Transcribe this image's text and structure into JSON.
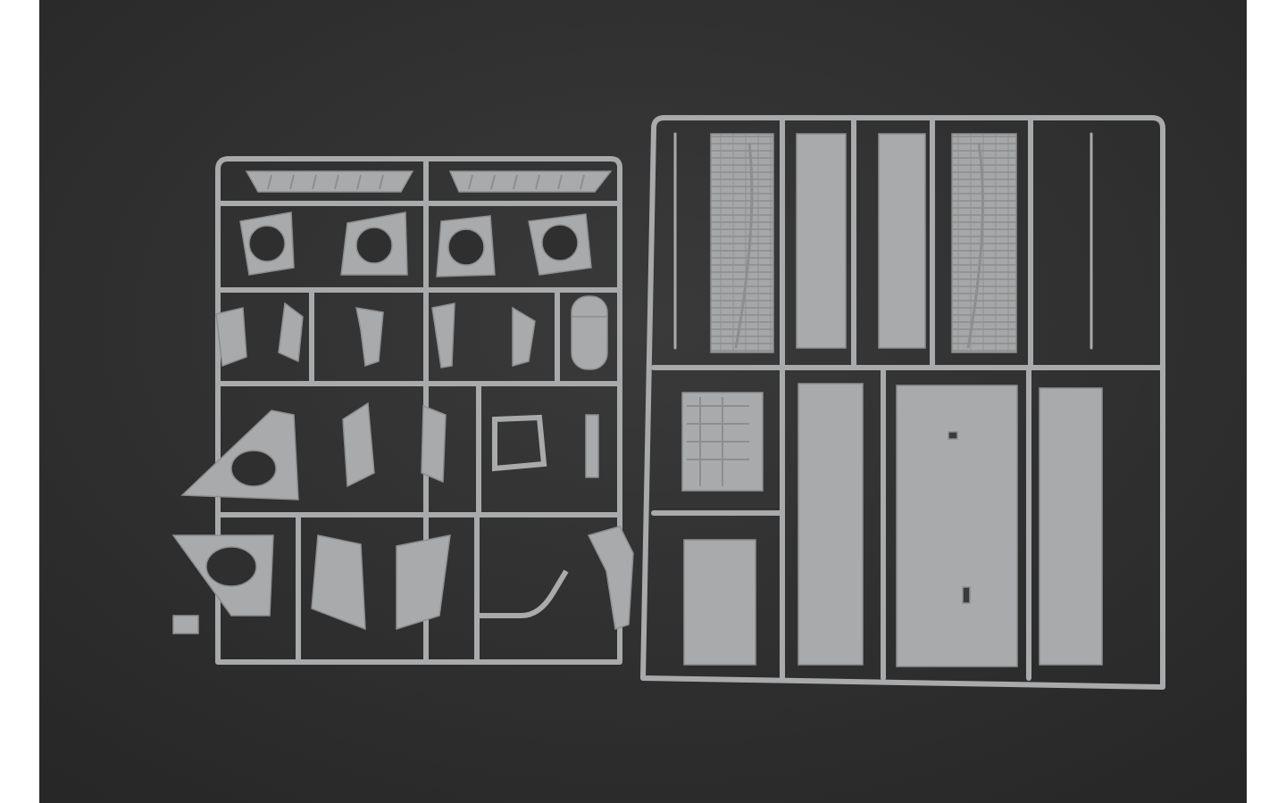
{
  "scene": {
    "subject": "plastic-model-kit-sprues",
    "background_color": "#2f2f2f",
    "plastic_color": "#a9aaab",
    "plastic_shadow_color": "#8d8e8f",
    "border_color": "#ffffff"
  },
  "sprues": [
    {
      "id": "left-sprue",
      "parts": [
        "side-skirt-bars",
        "round-port-plates",
        "small-fittings",
        "sloped-side-plates",
        "flat-plates",
        "bent-rod-assembly"
      ]
    },
    {
      "id": "right-sprue",
      "parts": [
        "tread-plates",
        "smooth-long-plates",
        "detailed-box-part",
        "long-floor-panel",
        "small-panel"
      ]
    }
  ]
}
